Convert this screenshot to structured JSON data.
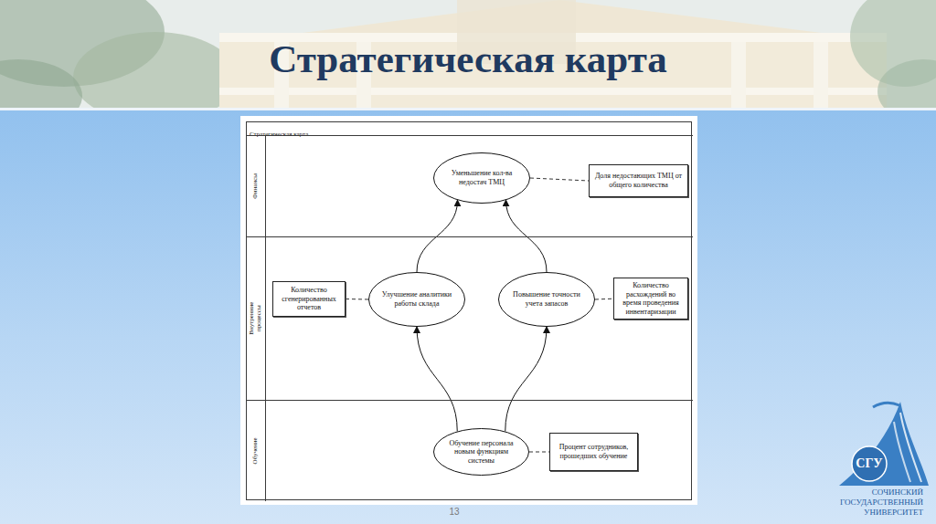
{
  "diagram": {
    "title": "Стратегическая карта",
    "nodes": [
      {
        "text": [
          "Стратегическая карта"
        ]
      },
      {
        "text": [
          "Финансы"
        ],
        "in": 0
      },
      {
        "text": [
          "Внутренние процессы"
        ],
        "in": 0
      },
      {
        "text": [
          "Обучение"
        ],
        "in": 0
      },
      {
        "text": [
          "Уменьшение кол-ва недостач ТМЦ"
        ],
        "in": 1
      },
      {
        "text": [
          "Доля недостающих ТМЦ от общего количества"
        ],
        "in": 1
      },
      {
        "text": [
          "Количество сгенерированных отчетов"
        ],
        "in": 2
      },
      {
        "text": [
          "Улучшение аналитики работы склада"
        ],
        "in": 2
      },
      {
        "text": [
          "Повышение точности учета запасов"
        ],
        "in": 2
      },
      {
        "text": [
          "Количество расхождений во время проведения инвентаризации"
        ],
        "in": 2
      },
      {
        "text": [
          "Обучение персонала новым функциям системы"
        ],
        "in": 3
      },
      {
        "text": [
          "Процент сотрудников, прошедших обучение"
        ],
        "in": 3
      }
    ],
    "edges": [
      {
        "from": 4,
        "to": 5,
        "arrow": "none"
      },
      {
        "from": 6,
        "to": 7,
        "arrow": "none"
      },
      {
        "from": 7,
        "to": 4,
        "arrow": "to"
      },
      {
        "from": 8,
        "to": 4,
        "arrow": "to"
      },
      {
        "from": 8,
        "to": 9,
        "arrow": "none"
      },
      {
        "from": 10,
        "to": 7,
        "arrow": "to"
      },
      {
        "from": 10,
        "to": 8,
        "arrow": "to"
      },
      {
        "from": 10,
        "to": 11,
        "arrow": "none"
      }
    ],
    "labels": [
      "13",
      "СГУ",
      "СОЧИНСКИЙ ГОСУДАРСТВЕННЫЙ УНИВЕРСИТЕТ"
    ]
  }
}
